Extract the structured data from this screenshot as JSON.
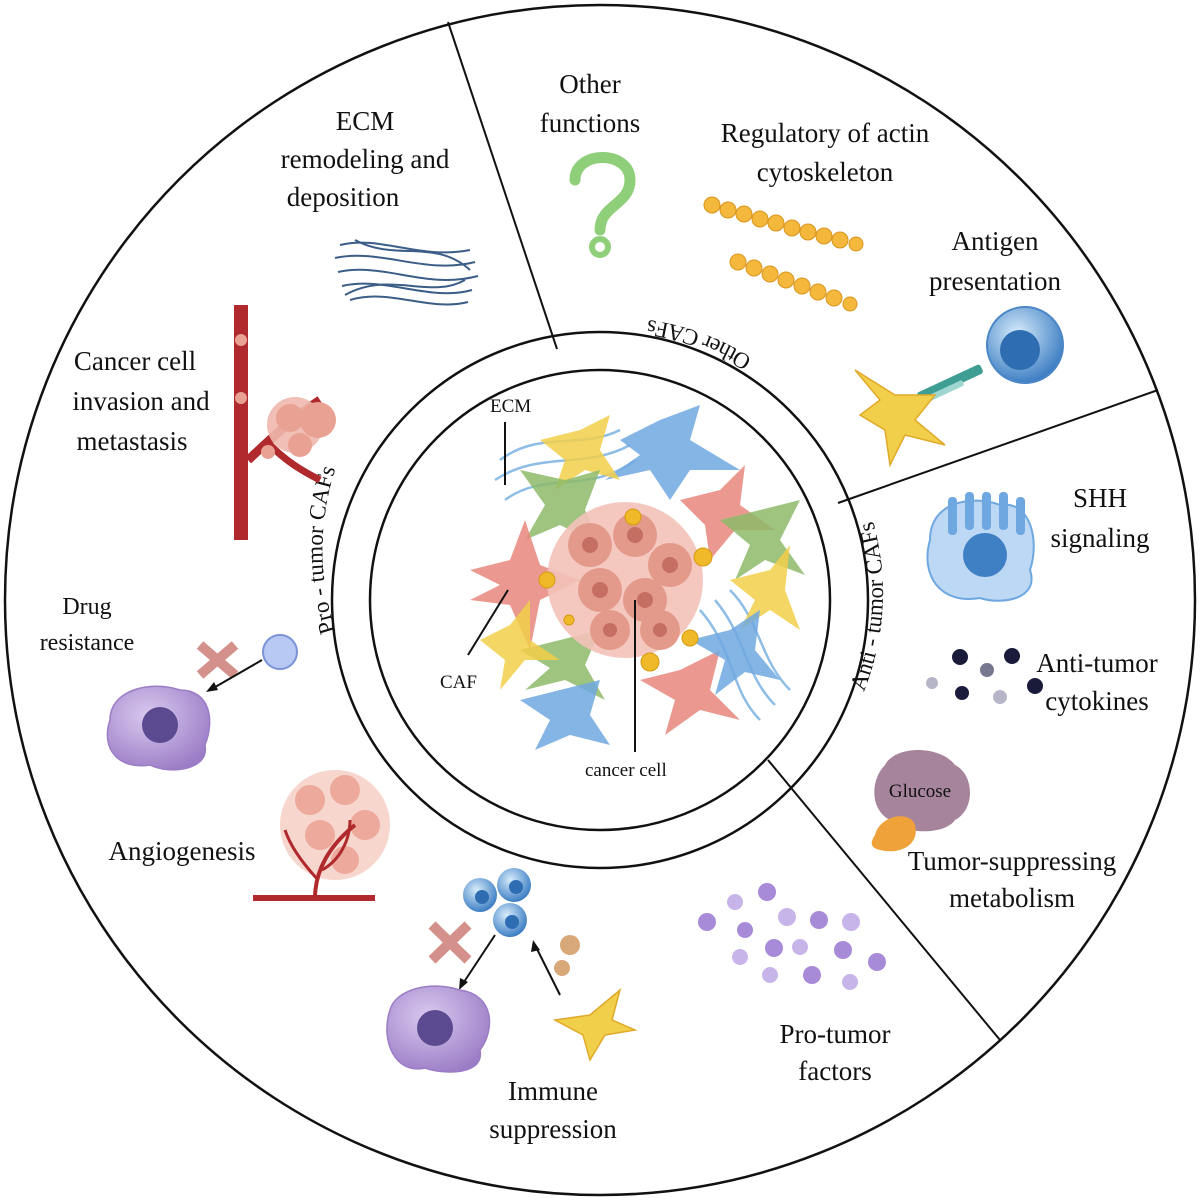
{
  "rings": {
    "pro_tumor": "Pro - tumor  CAFs",
    "other": "Other  CAFs",
    "anti_tumor": "Anti - tumor  CAFs"
  },
  "center": {
    "ecm": "ECM",
    "caf": "CAF",
    "cancer_cell": "cancer cell"
  },
  "sections": {
    "ecm_remodeling": [
      "ECM",
      "remodeling and",
      "deposition"
    ],
    "other_functions": [
      "Other",
      "functions"
    ],
    "actin": [
      "Regulatory of actin",
      "cytoskeleton"
    ],
    "antigen": [
      "Antigen",
      "presentation"
    ],
    "invasion": [
      "Cancer cell",
      "invasion and",
      "metastasis"
    ],
    "drug": [
      "Drug",
      "resistance"
    ],
    "angiogenesis": "Angiogenesis",
    "immune": [
      "Immune",
      "suppression"
    ],
    "pro_factors": [
      "Pro-tumor",
      "factors"
    ],
    "shh": [
      "SHH",
      "signaling"
    ],
    "cytokines": [
      "Anti-tumor",
      "cytokines"
    ],
    "glucose": "Glucose",
    "metabolism": [
      "Tumor-suppressing",
      "metabolism"
    ]
  },
  "colors": {
    "caf_red": "#e8877c",
    "caf_blue": "#6fa8e0",
    "caf_green": "#8dba6a",
    "caf_yellow": "#f2cf4a",
    "vessel": "#b0292c",
    "purple_cell": "#b79ad6",
    "question": "#8fcf7a",
    "actin": "#f1b43c",
    "glucose": "#a6849c",
    "orange": "#f0a23a"
  }
}
